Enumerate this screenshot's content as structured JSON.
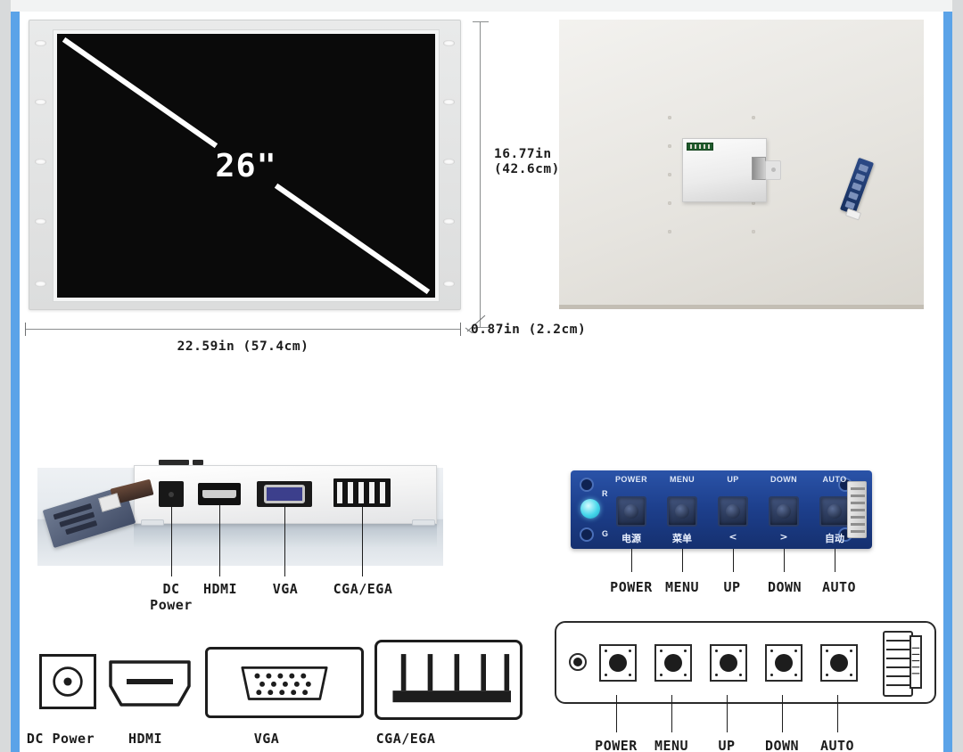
{
  "theme": {
    "page_bg": "#d8dadb",
    "sheet_bg": "#ffffff",
    "rail_blue": "#5ba3e8",
    "screen_black": "#0a0a0a",
    "pcb_blue": "#1d3f8c",
    "dim_text": "#1c1c1c"
  },
  "display": {
    "size_label": "26\"",
    "width_dim": "22.59in (57.4cm)",
    "height_dim_line1": "16.77in",
    "height_dim_line2": "(42.6cm)",
    "depth_dim": "0.87in (2.2cm)"
  },
  "ports_photo": {
    "labels": [
      {
        "line1": "DC",
        "line2": "Power"
      },
      {
        "line1": "HDMI",
        "line2": ""
      },
      {
        "line1": "VGA",
        "line2": ""
      },
      {
        "line1": "CGA/EGA",
        "line2": ""
      }
    ]
  },
  "connector_icons": [
    {
      "name": "DC Power",
      "icon": "dc-barrel-jack-icon"
    },
    {
      "name": "HDMI",
      "icon": "hdmi-connector-icon"
    },
    {
      "name": "VGA",
      "icon": "vga-db15-connector-icon"
    },
    {
      "name": "CGA/EGA",
      "icon": "cga-ega-5pin-connector-icon"
    }
  ],
  "osd_board": {
    "silkscreen": [
      "POWER",
      "MENU",
      "UP",
      "DOWN",
      "AUTO"
    ],
    "silkscreen_cn": [
      "电源",
      "菜单",
      "<",
      ">",
      "自动"
    ],
    "led_labels": [
      "R",
      "G"
    ],
    "callouts": [
      "POWER",
      "MENU",
      "UP",
      "DOWN",
      "AUTO"
    ]
  },
  "keypad_diagram": {
    "callouts": [
      "POWER",
      "MENU",
      "UP",
      "DOWN",
      "AUTO"
    ]
  }
}
